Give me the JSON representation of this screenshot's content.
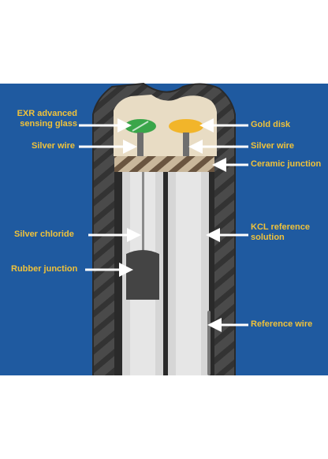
{
  "colors": {
    "background_blue": "#1f5aa0",
    "label_yellow": "#f0c23a",
    "probe_dark": "#3d3d3d",
    "probe_light": "#d6d6d6",
    "glass_green": "#3aa64a",
    "gold_disk": "#f2b52a",
    "arrow_white": "#ffffff"
  },
  "labels": {
    "exr_glass": [
      "EXR advanced",
      "sensing glass"
    ],
    "silver_wire_left": "Silver wire",
    "silver_chloride": "Silver chloride",
    "rubber_junction": "Rubber junction",
    "gold_disk": "Gold disk",
    "silver_wire_right": "Silver wire",
    "ceramic_junction": "Ceramic junction",
    "kcl_solution": [
      "KCL reference",
      "solution"
    ],
    "reference_wire": "Reference wire"
  }
}
